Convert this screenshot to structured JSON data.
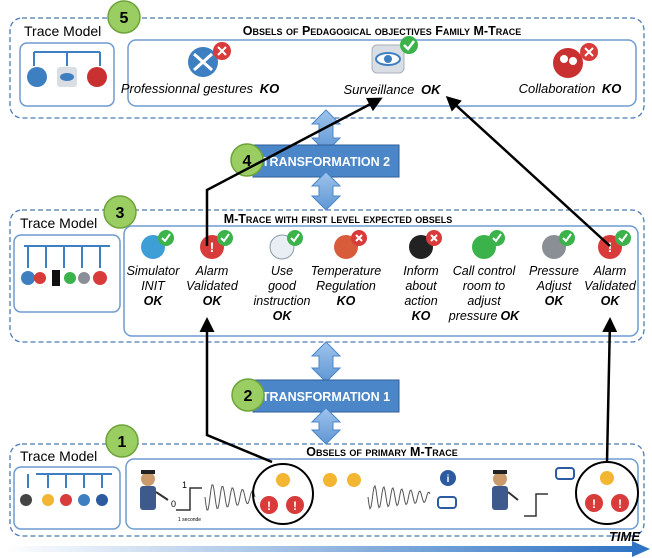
{
  "colors": {
    "dash_border": "#4a79b8",
    "panel_border": "#6f9bd1",
    "step_circle": "#9acd62",
    "transform_box": "#4b86c8",
    "time_arrow": "#2e73c4",
    "ko_red": "#d93a3a",
    "ok_green": "#3bb34a",
    "icon_blue": "#3e7fc1"
  },
  "level5": {
    "step": "5",
    "trace_model_label": "Trace Model",
    "title": "Obsels of Pedagogical objectives Family M-Trace",
    "obsels": [
      {
        "icon": "tools-icon",
        "label": "Professionnal gestures",
        "status": "KO"
      },
      {
        "icon": "eye-icon",
        "label": "Surveillance",
        "status": "OK"
      },
      {
        "icon": "users-icon",
        "label": "Collaboration",
        "status": "KO"
      }
    ]
  },
  "transform2": {
    "step": "4",
    "label": "TRANSFORMATION 2"
  },
  "level3": {
    "step": "3",
    "trace_model_label": "Trace Model",
    "title": "M-Trace with first level expected obsels",
    "obsels": [
      {
        "icon": "download-icon",
        "lines": [
          "Simulator",
          "INIT"
        ],
        "status": "OK"
      },
      {
        "icon": "alarm-icon",
        "lines": [
          "Alarm",
          "Validated"
        ],
        "status": "OK"
      },
      {
        "icon": "document-add-icon",
        "lines": [
          "Use",
          "good",
          "instruction"
        ],
        "status": "OK"
      },
      {
        "icon": "thermometer-icon",
        "lines": [
          "Temperature",
          "Regulation"
        ],
        "status": "KO"
      },
      {
        "icon": "speaker-icon",
        "lines": [
          "Inform",
          "about",
          "action"
        ],
        "status": "KO"
      },
      {
        "icon": "phone-icon",
        "lines": [
          "Call control",
          "room to",
          "adjust",
          "pressure"
        ],
        "status": "OK"
      },
      {
        "icon": "gears-icon",
        "lines": [
          "Pressure",
          "Adjust"
        ],
        "status": "OK"
      },
      {
        "icon": "alarm-icon",
        "lines": [
          "Alarm",
          "Validated"
        ],
        "status": "OK"
      }
    ]
  },
  "transform1": {
    "step": "2",
    "label": "TRANSFORMATION 1"
  },
  "level1": {
    "step": "1",
    "trace_model_label": "Trace Model",
    "title": "Obsels of primary M-Trace",
    "signal_labels": {
      "one": "1",
      "zero": "0",
      "seconds": "1 seconde"
    }
  },
  "time_label": "TIME"
}
